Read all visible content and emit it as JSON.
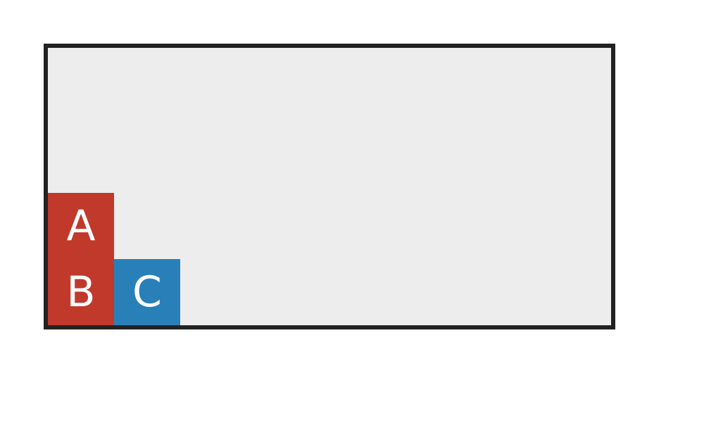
{
  "colors": {
    "background": "#ffffff",
    "board_fill": "#ededed",
    "board_border": "#222222",
    "red": "#c0392b",
    "blue": "#2980b9",
    "tile_text": "#ffffff"
  },
  "tiles": [
    {
      "label": "A",
      "color": "#c0392b"
    },
    {
      "label": "B",
      "color": "#c0392b"
    },
    {
      "label": "C",
      "color": "#2980b9"
    }
  ]
}
